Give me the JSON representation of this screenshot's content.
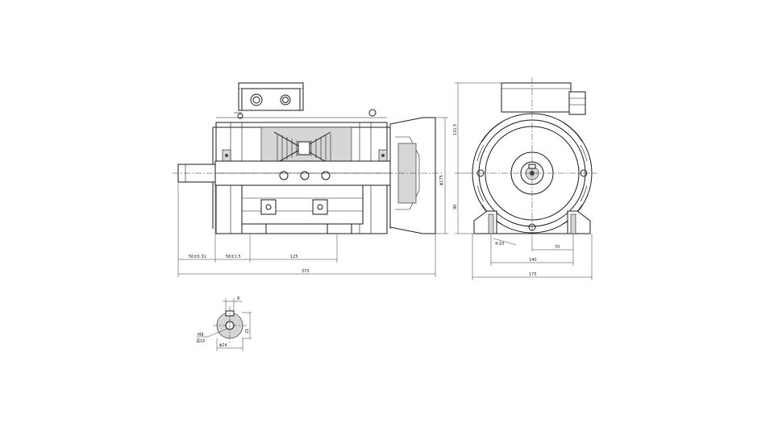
{
  "side_view": {
    "dims": {
      "shaft_length": "50±0.31",
      "shaft_to_foot": "56±1.5",
      "foot_spacing": "125",
      "overall_length": "370",
      "shaft_center_height": "ϕ175",
      "frame_height": "131.5",
      "center_height": "90"
    }
  },
  "end_view": {
    "dims": {
      "foot_hole": "4-10",
      "half_foot_spacing": "70",
      "foot_spacing": "140",
      "overall_width": "175"
    }
  },
  "shaft_section": {
    "dims": {
      "key_width": "8",
      "key_height": "21",
      "thread": "M8",
      "depth": "深15",
      "diameter": "ϕ24"
    }
  }
}
